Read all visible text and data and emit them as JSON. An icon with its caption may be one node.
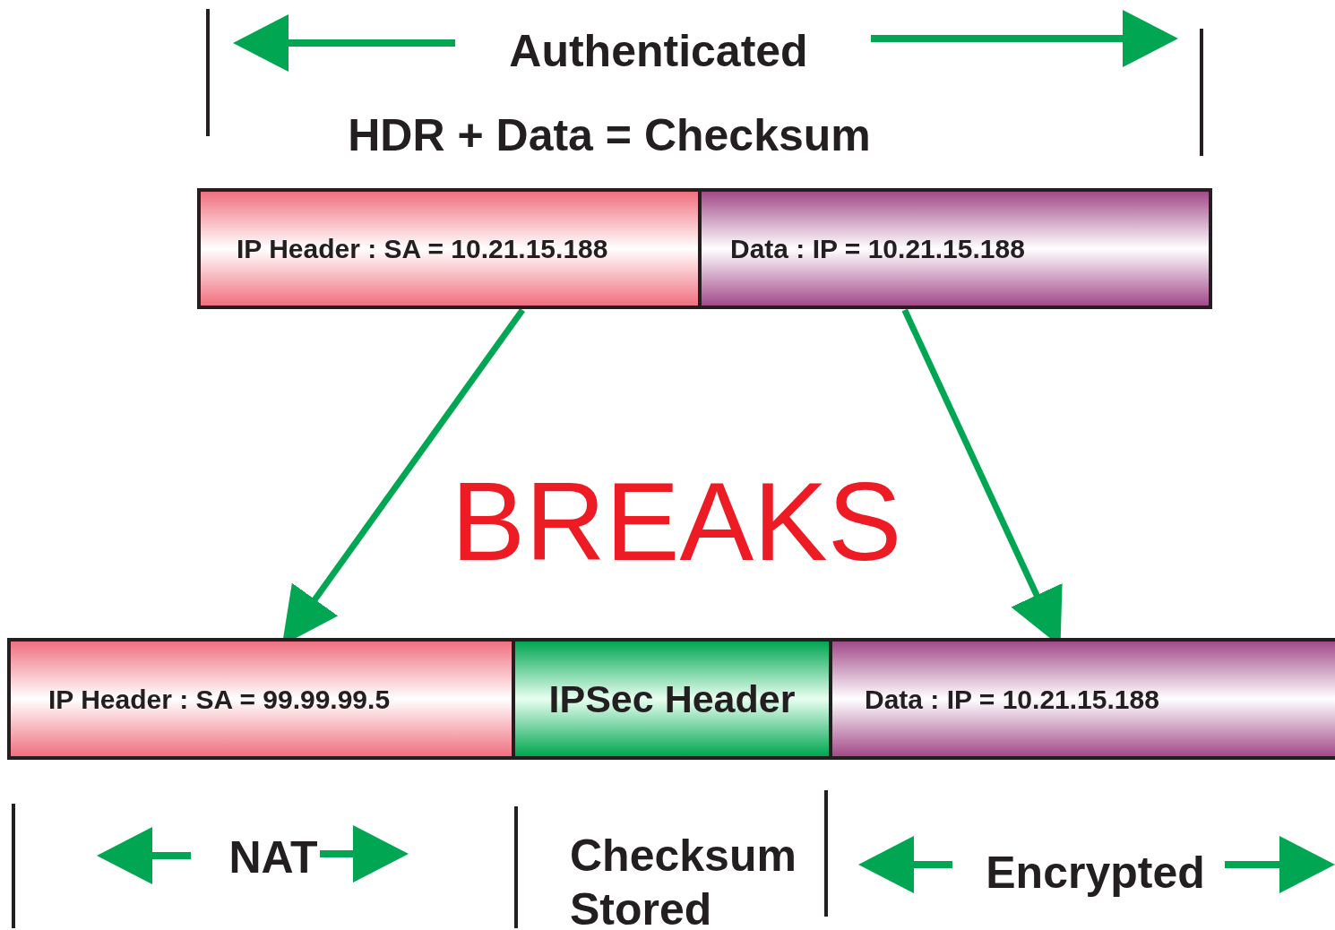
{
  "diagram": {
    "nodes": [
      {
        "text": [
          "IP Header : SA = 10.21.15.188"
        ]
      },
      {
        "text": [
          "Data :  IP = 10.21.15.188"
        ]
      },
      {
        "text": [
          "IP Header : SA = 99.99.99.5"
        ]
      },
      {
        "text": [
          "IPSec Header"
        ]
      },
      {
        "text": [
          "Data :  IP = 10.21.15.188"
        ]
      }
    ],
    "edges": [
      {
        "from": 0,
        "to": 2,
        "arrow": "to"
      },
      {
        "from": 1,
        "to": 4,
        "arrow": "to"
      }
    ],
    "labels": [
      "Authenticated",
      "HDR + Data = Checksum",
      "BREAKS",
      "NAT",
      "Checksum Stored",
      "Encrypted"
    ]
  }
}
